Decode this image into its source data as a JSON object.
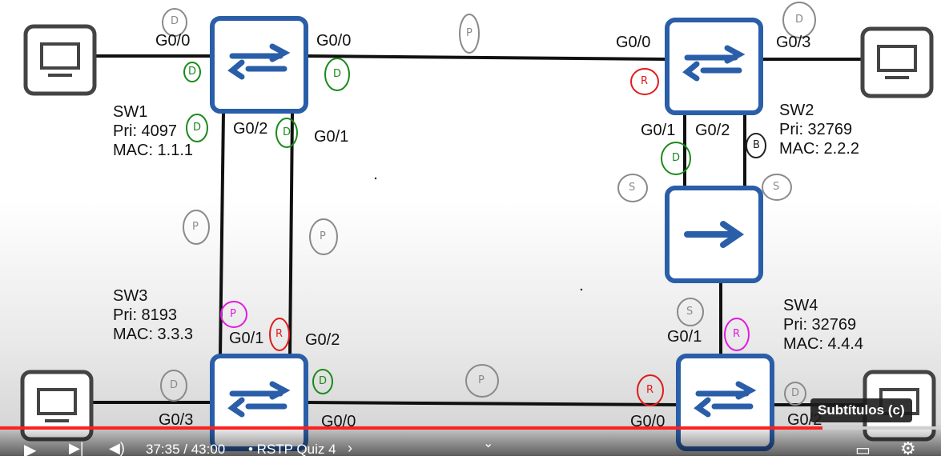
{
  "switches": {
    "sw1": {
      "name": "SW1",
      "priority": "Pri: 4097",
      "mac": "MAC: 1.1.1"
    },
    "sw2": {
      "name": "SW2",
      "priority": "Pri: 32769",
      "mac": "MAC: 2.2.2"
    },
    "sw3": {
      "name": "SW3",
      "priority": "Pri: 8193",
      "mac": "MAC: 3.3.3"
    },
    "sw4": {
      "name": "SW4",
      "priority": "Pri: 32769",
      "mac": "MAC: 4.4.4"
    }
  },
  "ports": {
    "sw1_g00_left": "G0/0",
    "sw1_g00_right": "G0/0",
    "sw1_g02": "G0/2",
    "sw1_g01": "G0/1",
    "sw2_g00": "G0/0",
    "sw2_g03": "G0/3",
    "sw2_g01": "G0/1",
    "sw2_g02": "G0/2",
    "sw3_g01": "G0/1",
    "sw3_g02": "G0/2",
    "sw3_g03": "G0/3",
    "sw3_g00": "G0/0",
    "sw4_g01": "G0/1",
    "sw4_g00": "G0/0",
    "sw4_g02": "G0/2"
  },
  "annotations": {
    "d": "D",
    "r": "R",
    "p": "P",
    "b": "B",
    "s": "S",
    "pd": "P"
  },
  "colors": {
    "switch_border": "#2a5ea8",
    "switch_arrows": "#2a5ea8",
    "link": "#111111",
    "pc_border": "#444444",
    "note_green": "#1a8a1a",
    "note_red": "#e01b1b",
    "note_gray": "#8a8a8a",
    "note_magenta": "#e01be0",
    "note_black": "#222222",
    "progress": "#ff2020"
  },
  "player": {
    "time": "37:35 / 43:00",
    "chapter": "• RSTP Quiz 4",
    "chapter_arrow": "›",
    "subtitles_tooltip": "Subtítulos (c)",
    "progress_fraction": 0.874
  }
}
